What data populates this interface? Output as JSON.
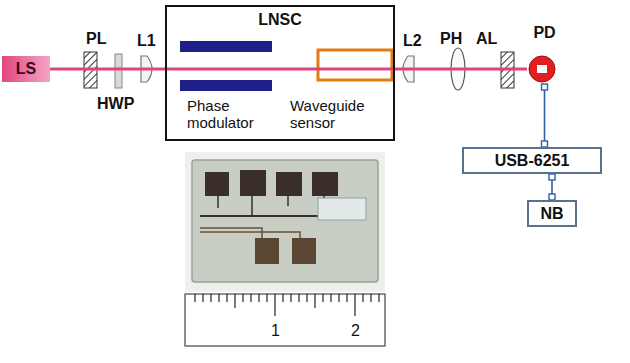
{
  "diagram": {
    "nodes": [
      {
        "text": [
          "LS"
        ]
      },
      {
        "text": [
          "LNSC"
        ]
      },
      {
        "text": [
          "PD"
        ]
      },
      {
        "text": [
          "USB-6251"
        ]
      },
      {
        "text": [
          "NB"
        ]
      }
    ],
    "edges": [
      {
        "from": 0,
        "to": 2,
        "arrow": "none"
      },
      {
        "from": 2,
        "to": 3,
        "arrow": "none"
      },
      {
        "from": 3,
        "to": 4,
        "arrow": "none"
      }
    ],
    "labels": [
      "PL",
      "HWP",
      "L1",
      "Phase modulator",
      "Waveguide sensor",
      "L2",
      "PH",
      "AL",
      "1",
      "2"
    ]
  }
}
